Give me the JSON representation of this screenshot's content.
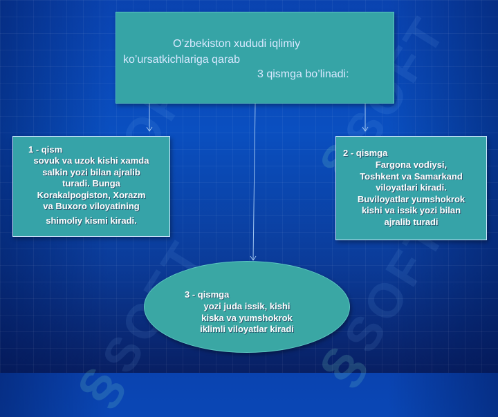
{
  "watermark": "SOFT",
  "title": {
    "line1": "O’zbekiston xududi iqlimiy",
    "line2": "ko’ursatkichlariga qarab",
    "line3": "3 qismga bo’linadi:"
  },
  "part1": {
    "heading": "1 - qism",
    "lines": [
      "sovuk va uzok kishi xamda",
      "salkin yozi bilan ajralib",
      "turadi. Bunga",
      "Korakalpogiston, Xorazm",
      "va Buxoro viloyatining",
      "shimoliy kismi kiradi."
    ]
  },
  "part2": {
    "heading": "2 - qismga",
    "lines": [
      "Fargona vodiysi,",
      "Toshkent va Samarkand",
      "viloyatlari kiradi.",
      "Buviloyatlar yumshokrok",
      "kishi va issik yozi bilan",
      "ajralib turadi"
    ]
  },
  "part3": {
    "heading": "3 - qismga",
    "lines": [
      "yozi juda issik, kishi",
      "kiska va yumshokrok",
      "iklimli viloyatlar kiradi"
    ]
  }
}
